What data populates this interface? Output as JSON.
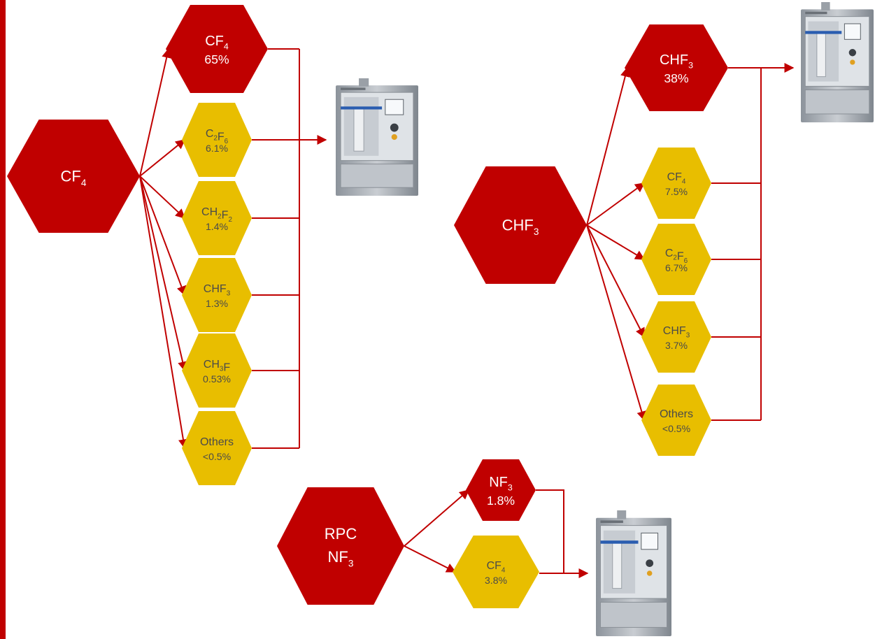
{
  "colors": {
    "accent_red": "#C00000",
    "yellow": "#E8BE00",
    "arrow_red": "#C00000",
    "text_dark": "#4a4a4a",
    "left_bar": "#C00000"
  },
  "diagrams": [
    {
      "source": {
        "text": "CF",
        "sub": "4",
        "kind": "red"
      },
      "products": [
        {
          "text": "CF",
          "sub": "4",
          "value": "65%",
          "kind": "red"
        },
        {
          "text": "C",
          "sub": "2",
          "text2": "F",
          "sub2": "6",
          "value": "6.1%",
          "kind": "yellow"
        },
        {
          "text": "CH",
          "sub": "2",
          "text2": "F",
          "sub2": "2",
          "value": "1.4%",
          "kind": "yellow"
        },
        {
          "text": "CHF",
          "sub": "3",
          "value": "1.3%",
          "kind": "yellow"
        },
        {
          "text": "CH",
          "sub": "3",
          "text2": "F",
          "value": "0.53%",
          "kind": "yellow"
        },
        {
          "text": "Others",
          "value": "<0.5%",
          "kind": "yellow"
        }
      ]
    },
    {
      "source": {
        "text": "CHF",
        "sub": "3",
        "kind": "red"
      },
      "products": [
        {
          "text": "CHF",
          "sub": "3",
          "value": "38%",
          "kind": "red"
        },
        {
          "text": "CF",
          "sub": "4",
          "value": "7.5%",
          "kind": "yellow"
        },
        {
          "text": "C",
          "sub": "2",
          "text2": "F",
          "sub2": "6",
          "value": "6.7%",
          "kind": "yellow"
        },
        {
          "text": "CHF",
          "sub": "3",
          "value": "3.7%",
          "kind": "yellow"
        },
        {
          "text": "Others",
          "value": "<0.5%",
          "kind": "yellow"
        }
      ]
    },
    {
      "source": {
        "line1": "RPC",
        "text": "NF",
        "sub": "3",
        "kind": "red"
      },
      "products": [
        {
          "text": "NF",
          "sub": "3",
          "value": "1.8%",
          "kind": "red"
        },
        {
          "text": "CF",
          "sub": "4",
          "value": "3.8%",
          "kind": "yellow"
        }
      ]
    }
  ],
  "machines": [
    {
      "name": "abatement-unit"
    },
    {
      "name": "abatement-unit"
    },
    {
      "name": "abatement-unit"
    }
  ]
}
